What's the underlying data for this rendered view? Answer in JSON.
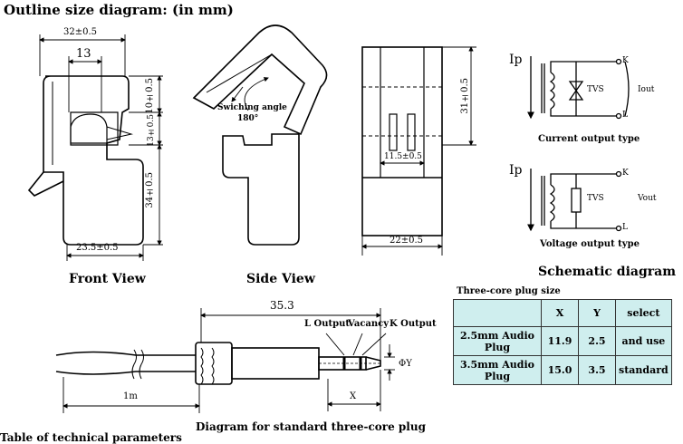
{
  "title": "Outline size diagram: (in mm)",
  "front_view": {
    "caption": "Front View",
    "dim_width": "32±0.5",
    "dim_inner": "13",
    "dim_top": "10±0.5",
    "dim_mid": "13±0.5",
    "dim_bottom": "34±0.5",
    "dim_base": "23.5±0.5"
  },
  "side_view": {
    "caption": "Side View",
    "switch_label": "Swiching angle",
    "angle": "180°"
  },
  "end_view": {
    "dim_height": "31±0.5",
    "dim_pins": "11.5±0.5",
    "dim_width": "22±0.5"
  },
  "schematic": {
    "caption": "Schematic diagram",
    "current": {
      "ip": "Ip",
      "k": "K",
      "l": "L",
      "tvs": "TVS",
      "out": "Iout",
      "label": "Current output type"
    },
    "voltage": {
      "ip": "Ip",
      "k": "K",
      "l": "L",
      "tvs": "TVS",
      "out": "Vout",
      "label": "Voltage output type"
    }
  },
  "plug": {
    "caption": "Diagram for standard three-core plug",
    "dim_total": "35.3",
    "dim_cable": "1m",
    "dim_x": "X",
    "dim_y": "ΦY",
    "l_output": "L Output",
    "vacancy": "Vacancy",
    "k_output": "K Output"
  },
  "plug_table": {
    "title": "Three-core plug size",
    "headers": [
      "",
      "X",
      "Y",
      "select"
    ],
    "rows": [
      [
        "2.5mm Audio Plug",
        "11.9",
        "2.5",
        "and use"
      ],
      [
        "3.5mm Audio Plug",
        "15.0",
        "3.5",
        "standard"
      ]
    ]
  },
  "footer_fragment": "Table of technical parameters"
}
